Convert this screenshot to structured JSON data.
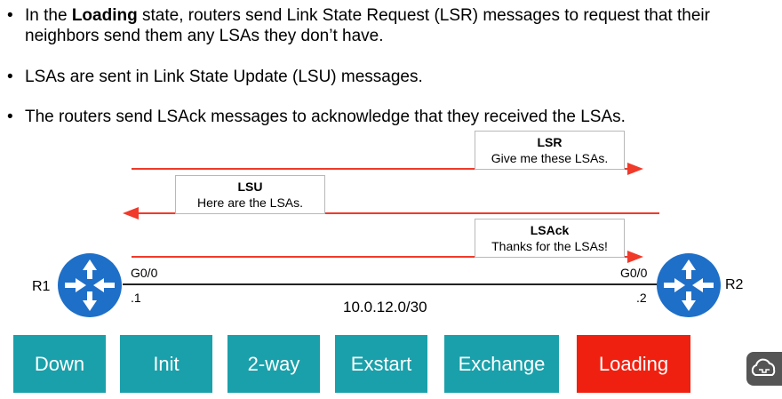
{
  "bullets": [
    {
      "pre": "In the ",
      "bold": "Loading",
      "post": " state, routers send Link State Request (LSR) messages to request that their neighbors send them any LSAs they don’t have."
    },
    {
      "text": "LSAs are sent in Link State Update (LSU) messages."
    },
    {
      "text": "The routers send LSAck messages to acknowledge that they received the LSAs."
    }
  ],
  "messages": {
    "lsr": {
      "title": "LSR",
      "body": "Give me these LSAs."
    },
    "lsu": {
      "title": "LSU",
      "body": "Here are the LSAs."
    },
    "lsack": {
      "title": "LSAck",
      "body": "Thanks for the LSAs!"
    }
  },
  "routers": {
    "r1": {
      "name": "R1",
      "interface": "G0/0",
      "ip_suffix": ".1"
    },
    "r2": {
      "name": "R2",
      "interface": "G0/0",
      "ip_suffix": ".2"
    }
  },
  "subnet": "10.0.12.0/30",
  "colors": {
    "arrow": "#f03a2a",
    "router": "#1e6fc8",
    "state_teal": "#1aa0aa",
    "state_active": "#f02010"
  },
  "states": [
    {
      "label": "Down",
      "active": false
    },
    {
      "label": "Init",
      "active": false
    },
    {
      "label": "2-way",
      "active": false
    },
    {
      "label": "Exstart",
      "active": false
    },
    {
      "label": "Exchange",
      "active": false
    },
    {
      "label": "Loading",
      "active": true
    }
  ],
  "icons": {
    "router": "router-icon",
    "cloud": "cloud-icon"
  }
}
